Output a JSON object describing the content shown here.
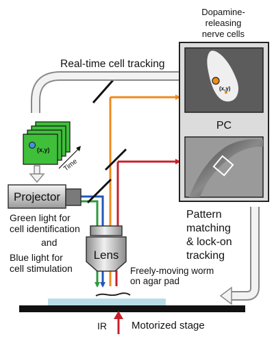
{
  "labels": {
    "dopamine_line1": "Dopamine-",
    "dopamine_line2": "releasing",
    "dopamine_line3": "nerve cells",
    "realtime": "Real-time cell tracking",
    "coord_top": "(x,y)",
    "coord_frame": "(x,y)",
    "time": "Time",
    "pc": "PC",
    "projector": "Projector",
    "green_line1": "Green light for",
    "green_line2": "cell identification",
    "and": "and",
    "blue_line1": "Blue light for",
    "blue_line2": "cell stimulation",
    "lens": "Lens",
    "worm_line1": "Freely-moving worm",
    "worm_line2": "on agar pad",
    "pattern_line1": "Pattern",
    "pattern_line2": "matching",
    "pattern_line3": "& lock-on",
    "pattern_line4": "tracking",
    "ir": "IR",
    "stage": "Motorized stage"
  },
  "colors": {
    "orange_beam": "#f08a1c",
    "red_beam": "#c8202a",
    "green_beam": "#2e9a3c",
    "blue_beam": "#2456b8",
    "frame_green": "#3fbf3a",
    "cell_blue": "#4a8ee0",
    "pc_box": "#dcdcdc",
    "agar": "#b9dde8"
  },
  "icons": [
    "mirror",
    "arrow",
    "projector",
    "lens",
    "worm",
    "cell-marker"
  ]
}
